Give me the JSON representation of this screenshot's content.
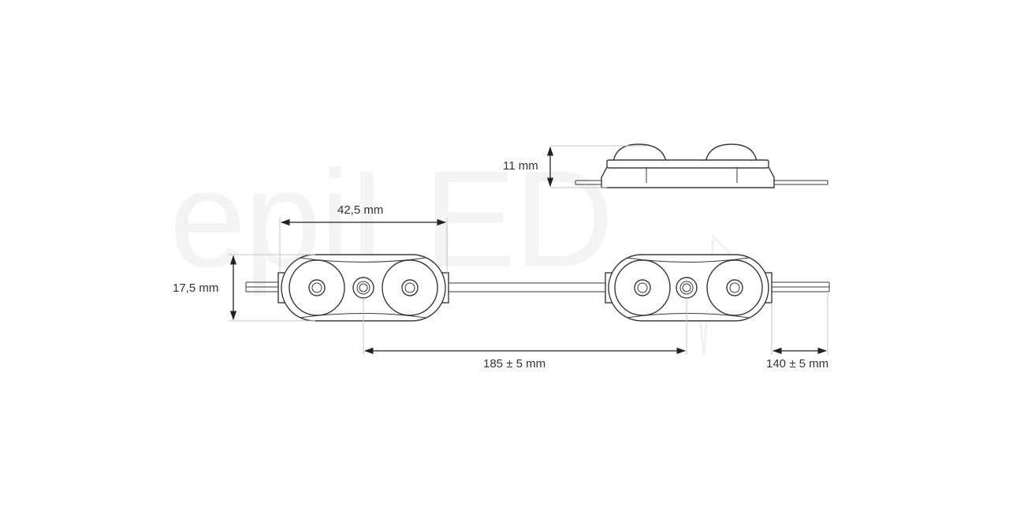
{
  "watermark": {
    "text": "epiLED",
    "color": "#f3f4f6"
  },
  "dimensions": {
    "side_height": "11 mm",
    "module_length": "42,5 mm",
    "module_width": "17,5 mm",
    "pitch": "185 ± 5 mm",
    "lead_length": "140 ± 5 mm"
  },
  "colors": {
    "line": "#3a3a3a",
    "dimension": "#222222",
    "extension": "#c4c4c4"
  }
}
